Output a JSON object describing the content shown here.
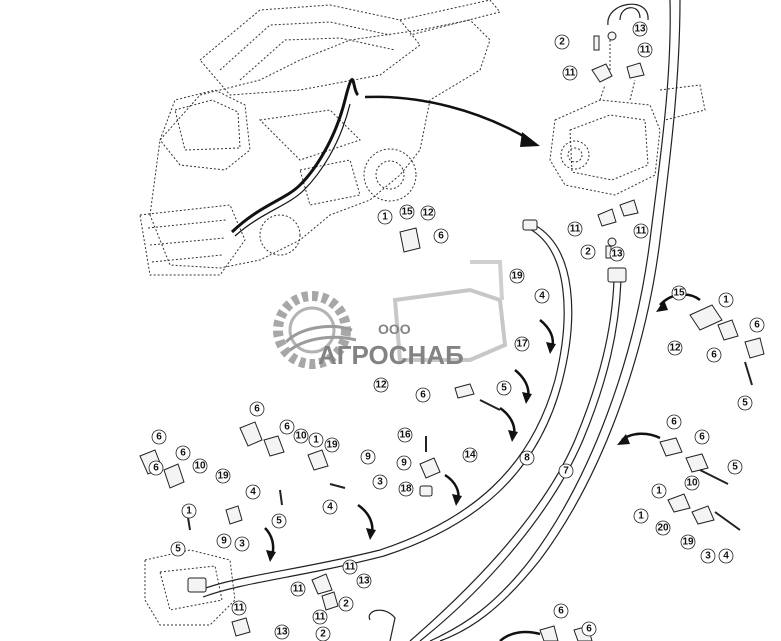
{
  "watermark": {
    "company_prefix": "ООО",
    "company_name": "АГРОСНАБ"
  },
  "callouts": [
    {
      "label": "2"
    },
    {
      "label": "13"
    },
    {
      "label": "11"
    },
    {
      "label": "11"
    },
    {
      "label": "1"
    },
    {
      "label": "15"
    },
    {
      "label": "12"
    },
    {
      "label": "6"
    },
    {
      "label": "11"
    },
    {
      "label": "11"
    },
    {
      "label": "2"
    },
    {
      "label": "13"
    },
    {
      "label": "19"
    },
    {
      "label": "4"
    },
    {
      "label": "17"
    },
    {
      "label": "12"
    },
    {
      "label": "6"
    },
    {
      "label": "5"
    },
    {
      "label": "15"
    },
    {
      "label": "1"
    },
    {
      "label": "6"
    },
    {
      "label": "12"
    },
    {
      "label": "6"
    },
    {
      "label": "5"
    },
    {
      "label": "6"
    },
    {
      "label": "6"
    },
    {
      "label": "6"
    },
    {
      "label": "10"
    },
    {
      "label": "1"
    },
    {
      "label": "19"
    },
    {
      "label": "16"
    },
    {
      "label": "6"
    },
    {
      "label": "6"
    },
    {
      "label": "10"
    },
    {
      "label": "19"
    },
    {
      "label": "9"
    },
    {
      "label": "9"
    },
    {
      "label": "14"
    },
    {
      "label": "8"
    },
    {
      "label": "7"
    },
    {
      "label": "6"
    },
    {
      "label": "6"
    },
    {
      "label": "5"
    },
    {
      "label": "10"
    },
    {
      "label": "4"
    },
    {
      "label": "1"
    },
    {
      "label": "3"
    },
    {
      "label": "18"
    },
    {
      "label": "1"
    },
    {
      "label": "5"
    },
    {
      "label": "9"
    },
    {
      "label": "3"
    },
    {
      "label": "5"
    },
    {
      "label": "4"
    },
    {
      "label": "1"
    },
    {
      "label": "20"
    },
    {
      "label": "19"
    },
    {
      "label": "3"
    },
    {
      "label": "4"
    },
    {
      "label": "11"
    },
    {
      "label": "13"
    },
    {
      "label": "11"
    },
    {
      "label": "2"
    },
    {
      "label": "11"
    },
    {
      "label": "11"
    },
    {
      "label": "13"
    },
    {
      "label": "2"
    },
    {
      "label": "6"
    },
    {
      "label": "6"
    }
  ]
}
